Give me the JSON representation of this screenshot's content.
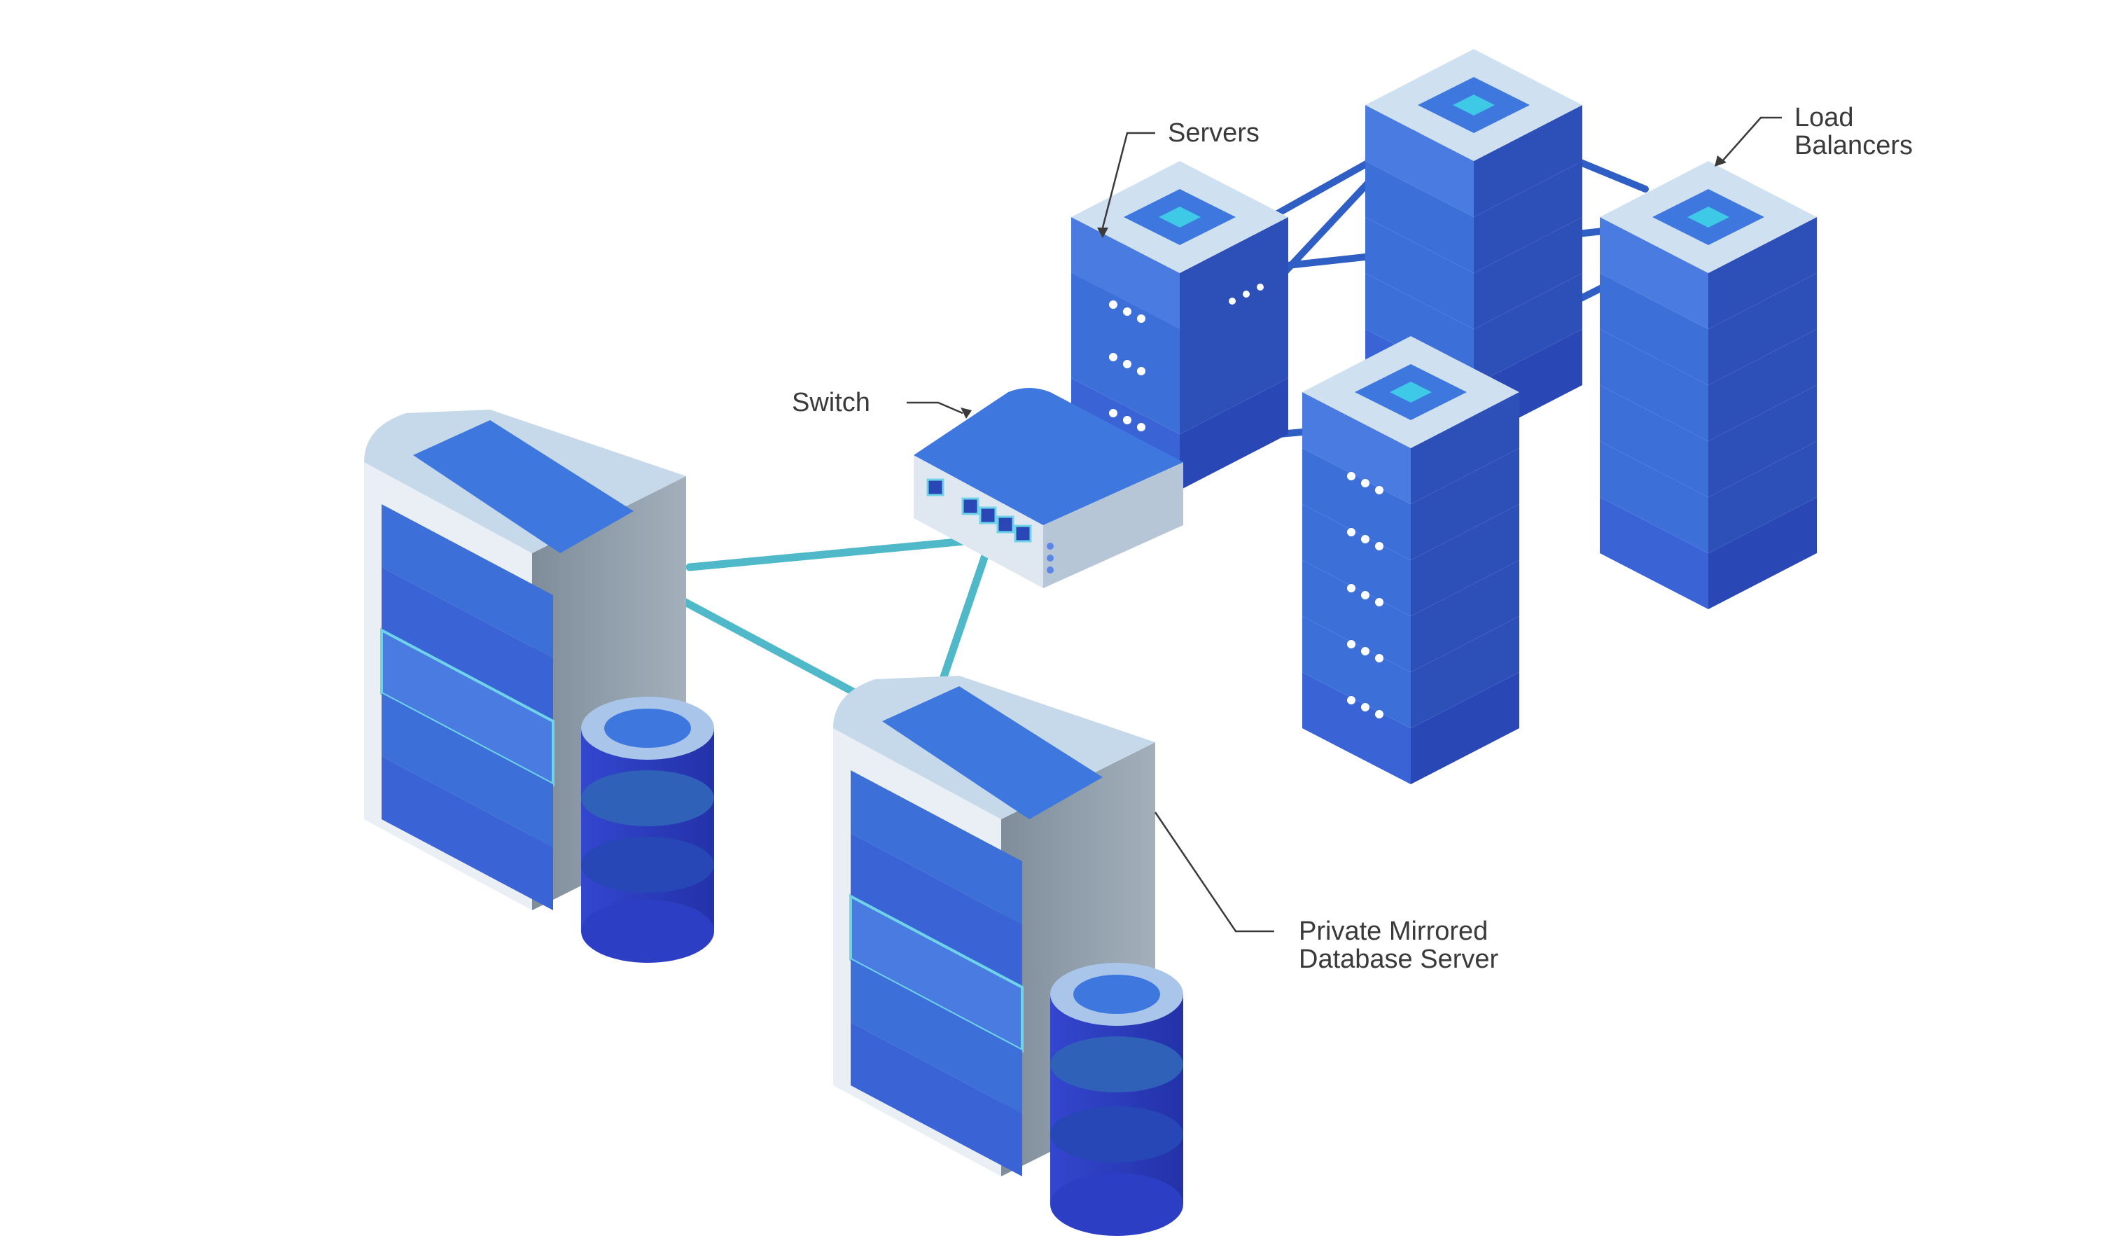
{
  "labels": {
    "servers": "Servers",
    "load_balancers_line1": "Load",
    "load_balancers_line2": "Balancers",
    "switch": "Switch",
    "db_line1": "Private Mirrored",
    "db_line2": "Database Server"
  },
  "colors": {
    "stack_top": "#c9dcee",
    "stack_front": "#3d6fd8",
    "stack_side": "#2d4fb8",
    "rack_top": "#c5d9ea",
    "rack_side": "#8896a3",
    "db_top": "#a9c6ea",
    "db_body": "#2c3fc4",
    "switch_top": "#3e78df",
    "cable_blue": "#2f5fc5",
    "cable_teal": "#4fb9c9"
  },
  "nodes": {
    "switch": "network-switch",
    "servers": [
      "server-stack-1",
      "server-stack-2",
      "server-stack-3"
    ],
    "load_balancer": "load-balancer-stack",
    "database_servers": [
      "database-server-primary",
      "database-server-mirror"
    ]
  }
}
